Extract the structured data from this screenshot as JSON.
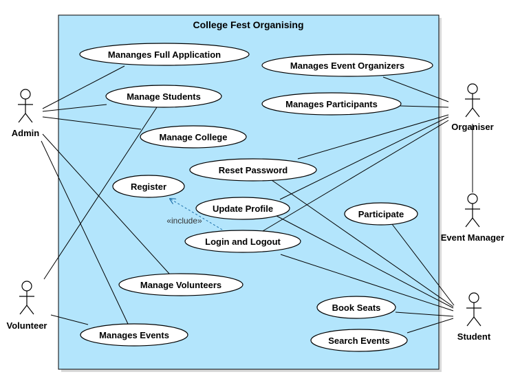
{
  "system": {
    "title": "College Fest Organising",
    "fill_color": "#b3e5fc",
    "shadow_color": "#d9d9d9"
  },
  "actors": [
    {
      "id": "admin",
      "label": "Admin"
    },
    {
      "id": "organiser",
      "label": "Organiser"
    },
    {
      "id": "event_manager",
      "label": "Event Manager"
    },
    {
      "id": "volunteer",
      "label": "Volunteer"
    },
    {
      "id": "student",
      "label": "Student"
    }
  ],
  "use_cases": [
    {
      "id": "full_app",
      "label": "Mananges Full Application"
    },
    {
      "id": "manage_students",
      "label": "Manage Students"
    },
    {
      "id": "manage_college",
      "label": "Manage College"
    },
    {
      "id": "event_organizers",
      "label": "Manages Event Organizers"
    },
    {
      "id": "manages_participants",
      "label": "Manages Participants"
    },
    {
      "id": "reset_password",
      "label": "Reset Password"
    },
    {
      "id": "register",
      "label": "Register"
    },
    {
      "id": "update_profile",
      "label": "Update Profile"
    },
    {
      "id": "login_logout",
      "label": "Login and Logout"
    },
    {
      "id": "participate",
      "label": "Participate"
    },
    {
      "id": "manage_volunteers",
      "label": "Manage Volunteers"
    },
    {
      "id": "book_seats",
      "label": "Book Seats"
    },
    {
      "id": "manages_events",
      "label": "Manages Events"
    },
    {
      "id": "search_events",
      "label": "Search Events"
    }
  ],
  "associations": [
    [
      "admin",
      "full_app"
    ],
    [
      "admin",
      "manage_students"
    ],
    [
      "admin",
      "manage_college"
    ],
    [
      "admin",
      "manage_volunteers"
    ],
    [
      "admin",
      "manages_events"
    ],
    [
      "volunteer",
      "manage_students"
    ],
    [
      "volunteer",
      "manages_events"
    ],
    [
      "organiser",
      "event_organizers"
    ],
    [
      "organiser",
      "manages_participants"
    ],
    [
      "organiser",
      "reset_password"
    ],
    [
      "organiser",
      "update_profile"
    ],
    [
      "organiser",
      "login_logout"
    ],
    [
      "organiser",
      "event_manager"
    ],
    [
      "student",
      "reset_password"
    ],
    [
      "student",
      "update_profile"
    ],
    [
      "student",
      "login_logout"
    ],
    [
      "student",
      "participate"
    ],
    [
      "student",
      "book_seats"
    ],
    [
      "student",
      "search_events"
    ]
  ],
  "include": {
    "from": "login_logout",
    "to": "register",
    "label": "«include»"
  }
}
